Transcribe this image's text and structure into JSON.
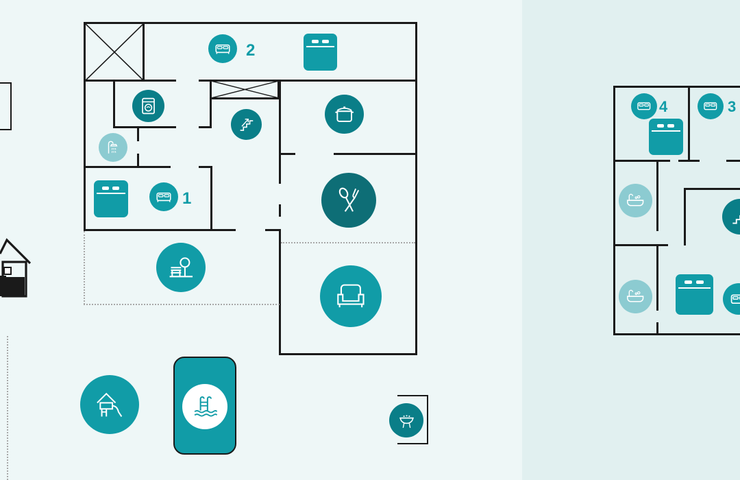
{
  "colors": {
    "bg_left": "#eef7f7",
    "bg_right": "#e1f0f0",
    "teal": "#119ca7",
    "teal_dark": "#0a7e88",
    "teal_light": "#8ccbd1",
    "wall": "#1a1a1a"
  },
  "rooms": {
    "bedroom_1_number": "1",
    "bedroom_2_number": "2",
    "bedroom_3_number": "3",
    "bedroom_4_number": "4"
  },
  "icons": [
    "bed-icon",
    "double-bed-icon",
    "washing-machine-icon",
    "shower-icon",
    "stairs-icon",
    "cooking-pot-icon",
    "dining-cutlery-icon",
    "garden-icon",
    "armchair-icon",
    "playhouse-icon",
    "pool-ladder-icon",
    "barbecue-icon",
    "bathtub-icon",
    "house-icon"
  ]
}
